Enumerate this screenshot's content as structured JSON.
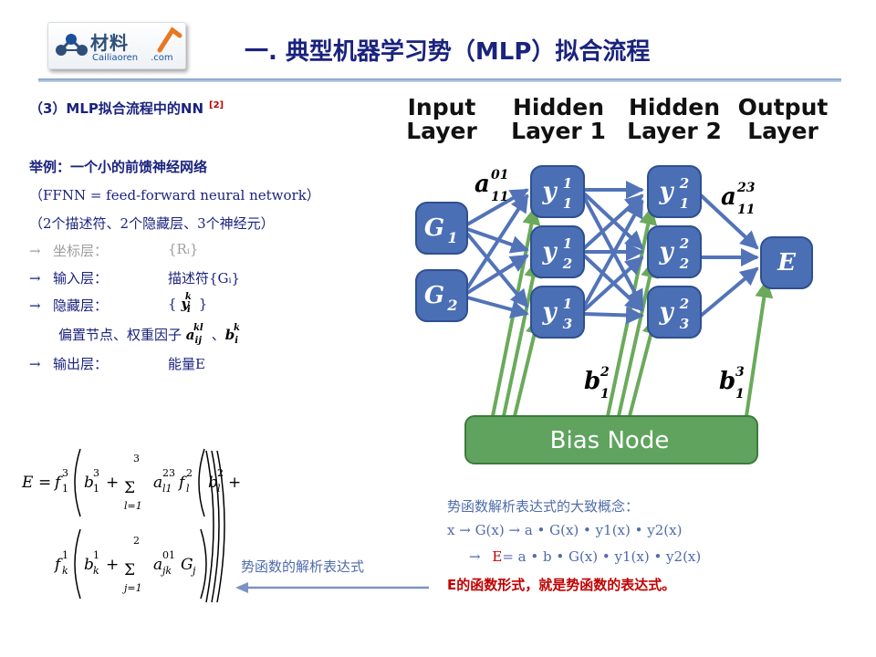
{
  "header": {
    "logo_main": "材料",
    "logo_sub": "Cailiaoren",
    "logo_domain": ".com",
    "title": "一.  典型机器学习势（MLP）拟合流程"
  },
  "left": {
    "section_title": "（3）MLP拟合流程中的NN",
    "section_ref": "[2]",
    "example": "举例：一个小的前馈神经网络",
    "ffnn": "（FFNN = feed-forward neural network）",
    "details": "（2个描述符、2个隐藏层、3个神经元）",
    "arrow": "→",
    "coord_label": "坐标层：",
    "coord_value": "{Rᵢ}",
    "input_label": "输入层：",
    "input_value": "描述符{Gᵢ}",
    "hidden_label": "隐藏层：",
    "hidden_value_open": "{",
    "hidden_value_close": "}",
    "bias_weights": "偏置节点、权重因子",
    "sep": "、",
    "output_label": "输出层：",
    "output_value": "能量E"
  },
  "network": {
    "headers": [
      [
        "Input",
        "Layer"
      ],
      [
        "Hidden",
        "Layer 1"
      ],
      [
        "Hidden",
        "Layer 2"
      ],
      [
        "Output",
        "Layer"
      ]
    ],
    "input_nodes": [
      {
        "base": "G",
        "sub": "1"
      },
      {
        "base": "G",
        "sub": "2"
      }
    ],
    "hidden1_nodes": [
      {
        "base": "y",
        "sup": "1",
        "sub": "1"
      },
      {
        "base": "y",
        "sup": "1",
        "sub": "2"
      },
      {
        "base": "y",
        "sup": "1",
        "sub": "3"
      }
    ],
    "hidden2_nodes": [
      {
        "base": "y",
        "sup": "2",
        "sub": "1"
      },
      {
        "base": "y",
        "sup": "2",
        "sub": "2"
      },
      {
        "base": "y",
        "sup": "2",
        "sub": "3"
      }
    ],
    "output_node": "E",
    "edge_labels": [
      {
        "base": "a",
        "sup": "01",
        "sub": "11"
      },
      {
        "base": "a",
        "sup": "23",
        "sub": "11"
      },
      {
        "base": "b",
        "sup": "2",
        "sub": "1"
      },
      {
        "base": "b",
        "sup": "3",
        "sub": "1"
      }
    ],
    "bias_node": "Bias Node",
    "colors": {
      "node": "#4a6fb5",
      "node_stroke": "#2f4f8f",
      "bias": "#5fa35f",
      "bias_stroke": "#3d7a3d",
      "edge": "#5273b8",
      "bias_edge": "#6aaa5a"
    }
  },
  "formula": {
    "label": "势函数的解析表达式"
  },
  "concept": {
    "title": "势函数解析表达式的大致概念：",
    "line1": "x  →  G(x)  →  a • G(x) • y1(x) • y2(x)",
    "line2_arrow": "→",
    "line2_red": "E",
    "line2_rest": "= a • b • G(x) • y1(x) • y2(x)",
    "conclusion": "E的函数形式，就是势函数的表达式。"
  }
}
